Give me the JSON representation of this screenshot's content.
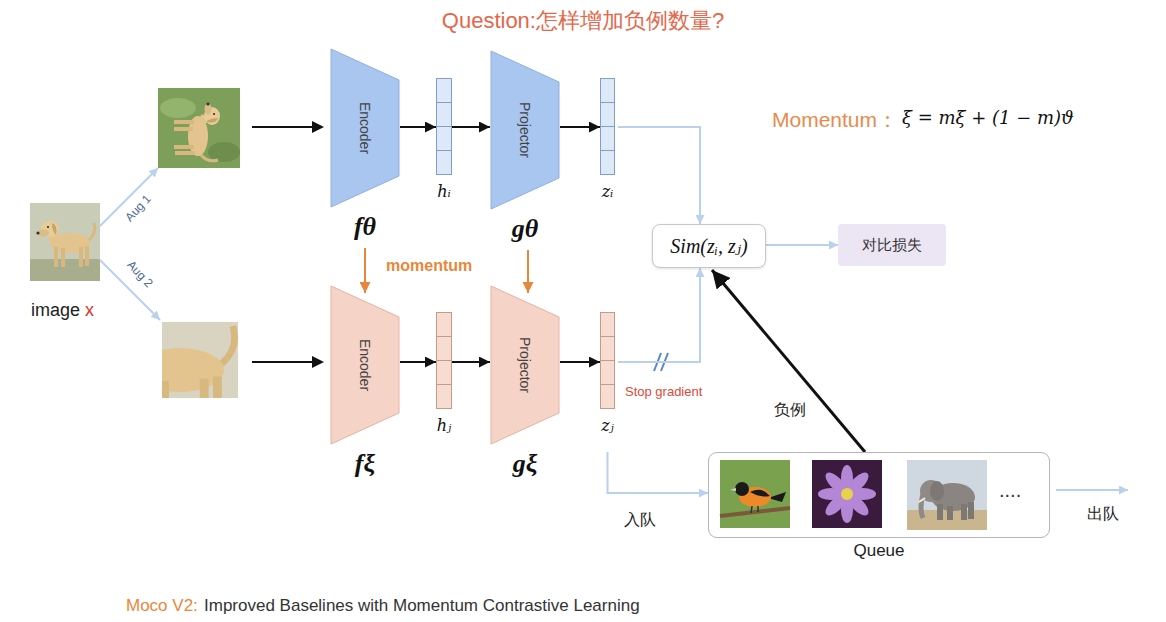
{
  "diagram": {
    "title": "Question:怎样增加负例数量?",
    "nodes": [
      {
        "text": [
          "Encoder",
          "fθ"
        ]
      },
      {
        "text": [
          "hᵢ"
        ]
      },
      {
        "text": [
          "Projector",
          "gθ"
        ]
      },
      {
        "text": [
          "zᵢ"
        ]
      },
      {
        "text": [
          "Sim(zᵢ, zⱼ)"
        ]
      },
      {
        "text": [
          "对比损失"
        ]
      },
      {
        "text": [
          "Encoder",
          "fξ"
        ]
      },
      {
        "text": [
          "hⱼ"
        ]
      },
      {
        "text": [
          "Projector",
          "gξ"
        ]
      },
      {
        "text": [
          "zⱼ"
        ]
      },
      {
        "text": [
          "....",
          "Queue"
        ]
      }
    ],
    "edges": [
      {
        "from": 0,
        "to": 1,
        "arrow": "to"
      },
      {
        "from": 1,
        "to": 2,
        "arrow": "to"
      },
      {
        "from": 2,
        "to": 3,
        "arrow": "to"
      },
      {
        "from": 3,
        "to": 4,
        "arrow": "to"
      },
      {
        "from": 4,
        "to": 5,
        "arrow": "to"
      },
      {
        "from": 0,
        "to": 6,
        "arrow": "to"
      },
      {
        "from": 2,
        "to": 8,
        "arrow": "to"
      },
      {
        "from": 6,
        "to": 7,
        "arrow": "to"
      },
      {
        "from": 7,
        "to": 8,
        "arrow": "to"
      },
      {
        "from": 8,
        "to": 9,
        "arrow": "to"
      },
      {
        "from": 9,
        "to": 4,
        "arrow": "to"
      },
      {
        "from": 9,
        "to": 10,
        "arrow": "to",
        "label": "入队"
      },
      {
        "from": 10,
        "to": 4,
        "arrow": "to",
        "label": "负例"
      }
    ],
    "labels": [
      "image",
      "x",
      "Aug 1",
      "Aug 2",
      "momentum",
      "Momentum：",
      "ξ = mξ + (1 − m)ϑ",
      "Stop gradient",
      "出队",
      "Moco V2:",
      "Improved Baselines with Momentum Contrastive Learning"
    ]
  }
}
